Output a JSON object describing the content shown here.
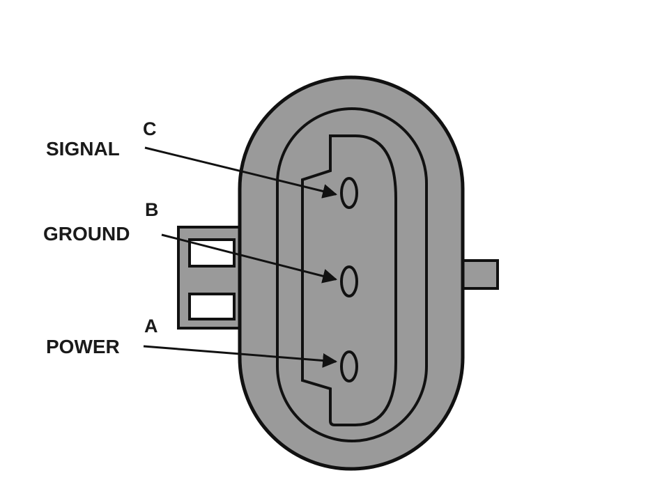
{
  "pins": [
    {
      "letter": "C",
      "function": "SIGNAL"
    },
    {
      "letter": "B",
      "function": "GROUND"
    },
    {
      "letter": "A",
      "function": "POWER"
    }
  ],
  "colors": {
    "housing": "#9a9a9a",
    "outline": "#111111",
    "background": "#ffffff",
    "text": "#1a1a1a"
  }
}
